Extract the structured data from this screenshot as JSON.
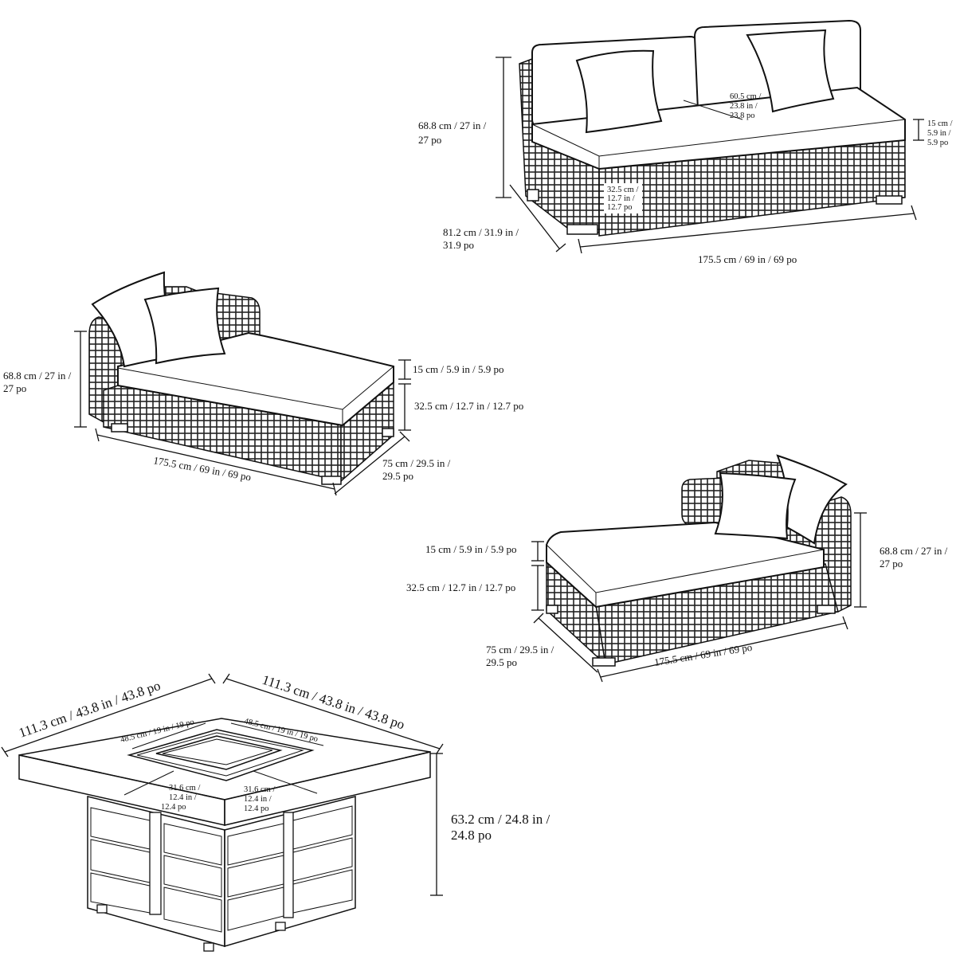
{
  "sofa": {
    "height_label": [
      "68.8 cm / 27 in /",
      "27 po"
    ],
    "depth_label": [
      "81.2 cm / 31.9 in /",
      "31.9 po"
    ],
    "width_label": "175.5 cm / 69 in / 69 po",
    "seat_depth_label": [
      "60.5 cm /",
      "23.8 in /",
      "23.8 po"
    ],
    "cushion_label": [
      "15 cm /",
      "5.9 in /",
      "5.9 po"
    ],
    "seat_height_label": [
      "32.5 cm /",
      "12.7 in /",
      "12.7 po"
    ]
  },
  "chaise_left": {
    "height_label": [
      "68.8 cm / 27 in /",
      "27 po"
    ],
    "cushion_label": "15 cm / 5.9 in / 5.9 po",
    "seat_height_label": "32.5 cm / 12.7 in / 12.7 po",
    "length_label": "175.5 cm / 69 in / 69 po",
    "depth_label": [
      "75 cm / 29.5 in /",
      "29.5 po"
    ]
  },
  "chaise_right": {
    "cushion_label": "15 cm / 5.9 in / 5.9 po",
    "seat_height_label": "32.5 cm / 12.7 in / 12.7 po",
    "height_label": [
      "68.8 cm / 27 in /",
      "27 po"
    ],
    "depth_label": [
      "75 cm / 29.5 in /",
      "29.5 po"
    ],
    "length_label": "175.5 cm / 69 in / 69 po"
  },
  "fire_table": {
    "width_left_label": "111.3 cm / 43.8 in / 43.8 po",
    "width_right_label": "111.3 cm / 43.8 in / 43.8 po",
    "burner_left_label": "48.5 cm / 19 in / 19 po",
    "burner_right_label": "48.5 cm / 19 in / 19 po",
    "offset_left_label": [
      "31.6 cm /",
      "12.4 in /",
      "12.4 po"
    ],
    "offset_right_label": [
      "31.6 cm /",
      "12.4 in /",
      "12.4 po"
    ],
    "height_label": [
      "63.2 cm / 24.8 in /",
      "24.8 po"
    ]
  }
}
